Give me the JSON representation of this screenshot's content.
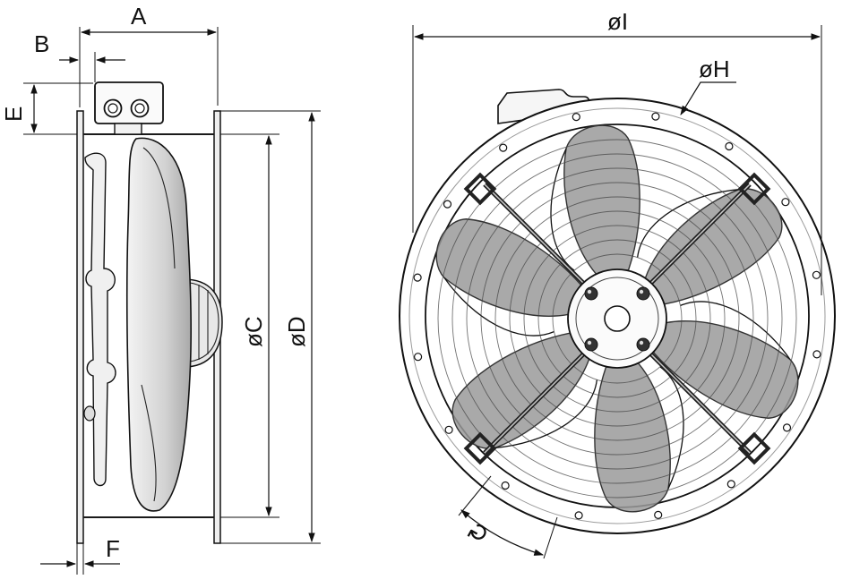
{
  "side_view": {
    "labels": {
      "A": "A",
      "B": "B",
      "E": "E",
      "C": "øC",
      "D": "øD",
      "F": "F"
    }
  },
  "front_view": {
    "labels": {
      "I": "øI",
      "H": "øH",
      "rotation_symbol": "↻"
    },
    "blade_count": 6,
    "bolt_hole_count": 16
  },
  "colors": {
    "line": "#111111",
    "blade_fill": "#9a9a9a",
    "blade_light": "#e6e6e6",
    "background": "#ffffff"
  }
}
